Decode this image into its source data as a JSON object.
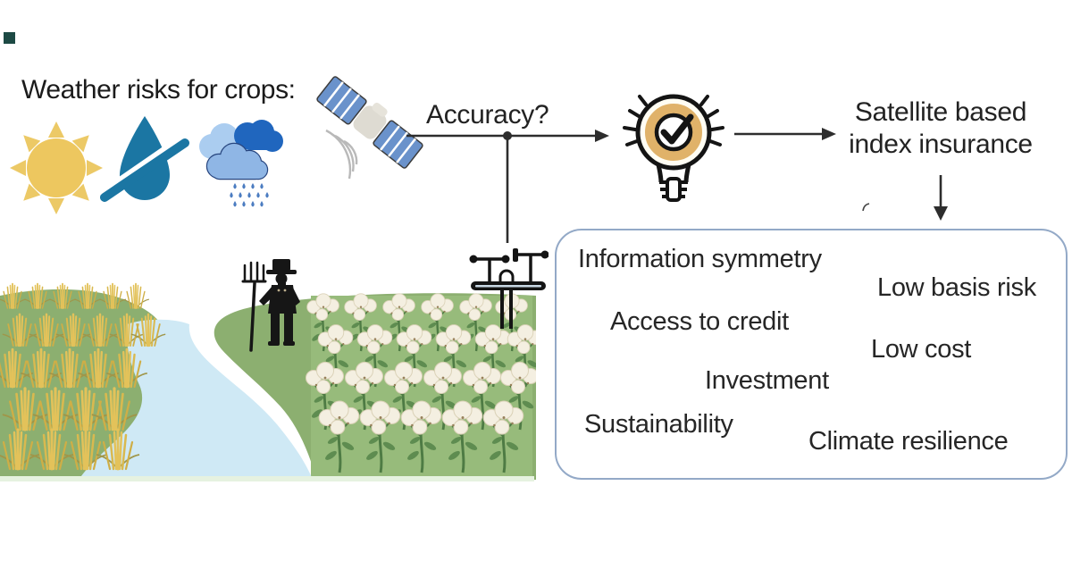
{
  "header": {
    "title": "Weather risks for crops:"
  },
  "flow": {
    "accuracy_label": "Accuracy?",
    "result_line1": "Satellite based",
    "result_line2": "index insurance"
  },
  "benefits": {
    "items": [
      "Information symmetry",
      "Low basis risk",
      "Access to credit",
      "Low cost",
      "Investment",
      "Sustainability",
      "Climate resilience"
    ]
  },
  "icons": {
    "sun": "sun-icon",
    "water_scarcity": "water-drop-slash-icon",
    "rain": "rain-clouds-icon",
    "satellite": "satellite-icon",
    "idea": "lightbulb-checkmark-icon",
    "weather_station": "weather-station-icon",
    "farmer": "farmer-pitchfork-icon"
  },
  "colors": {
    "text": "#222222",
    "arrow": "#2d2d2d",
    "box_border": "#93a9c7",
    "sun_gold": "#edc75f",
    "drop_teal": "#1b76a3",
    "cloud_dark_blue": "#2066be",
    "cloud_light_blue": "#abcdf0",
    "cloud_front_blue": "#8fb6e5",
    "bulb_gold": "#e0b269",
    "hill_green": "#8caf70",
    "field_green": "#97bb7b",
    "river_blue": "#cfe9f5",
    "wheat_yellow": "#e3c25a",
    "cotton_white": "#f4efe1"
  }
}
